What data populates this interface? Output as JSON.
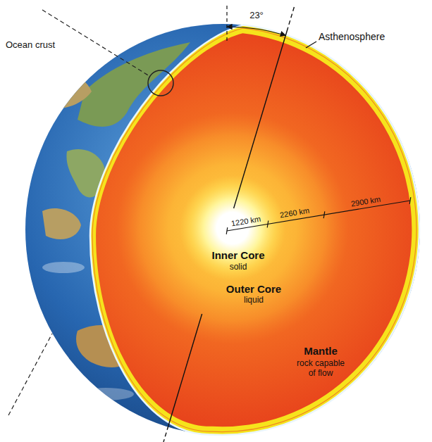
{
  "diagram": {
    "nodes": [
      {
        "text": [
          "Mantle",
          "rock capable of flow"
        ]
      },
      {
        "text": [
          "Outer Core",
          "liquid"
        ],
        "in": 0
      },
      {
        "text": [
          "Inner Core",
          "solid"
        ],
        "in": 1
      }
    ],
    "labels": [
      "23°",
      "Asthenosphere",
      "Ocean crust",
      "1220 km",
      "2260 km",
      "2900 km"
    ]
  }
}
